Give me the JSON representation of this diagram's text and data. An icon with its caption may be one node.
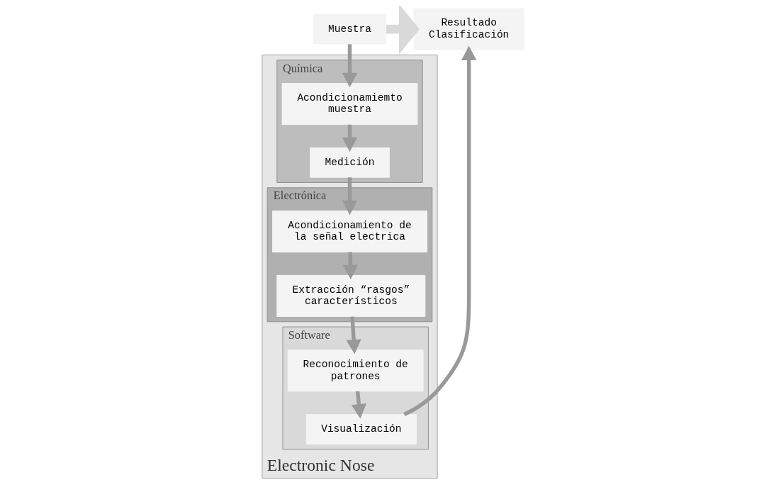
{
  "diagram": {
    "nodes": [
      {
        "text": [
          "Muestra"
        ]
      },
      {
        "text": [
          "Resultado Clasificación"
        ]
      },
      {
        "text": [
          "Electronic Nose"
        ]
      },
      {
        "text": [
          "Química"
        ],
        "in": 2
      },
      {
        "text": [
          "Acondicionamiemto muestra"
        ],
        "in": 3
      },
      {
        "text": [
          "Software"
        ],
        "in": 2
      },
      {
        "text": [
          "Visualización"
        ],
        "in": 5
      },
      {
        "text": [
          "Medición"
        ],
        "in": 3
      },
      {
        "text": [
          "Reconocimiento de patrones"
        ],
        "in": 5
      },
      {
        "text": [
          "Electrónica"
        ],
        "in": 2
      },
      {
        "text": [
          "Acondicionamiento de la señal electrica"
        ],
        "in": 9
      },
      {
        "text": [
          "Extracción “rasgos” característicos"
        ],
        "in": 9
      }
    ],
    "edges": [
      {
        "from": 0,
        "to": 1,
        "arrow": "to",
        "style": "thick",
        "color": "#d9d9d9"
      },
      {
        "from": 0,
        "to": 4,
        "arrow": "to"
      },
      {
        "from": 4,
        "to": 7,
        "arrow": "to"
      },
      {
        "from": 7,
        "to": 10,
        "arrow": "to"
      },
      {
        "from": 10,
        "to": 11,
        "arrow": "to"
      },
      {
        "from": 11,
        "to": 8,
        "arrow": "to"
      },
      {
        "from": 8,
        "to": 6,
        "arrow": "to"
      },
      {
        "from": 6,
        "to": 1,
        "arrow": "to"
      }
    ]
  }
}
